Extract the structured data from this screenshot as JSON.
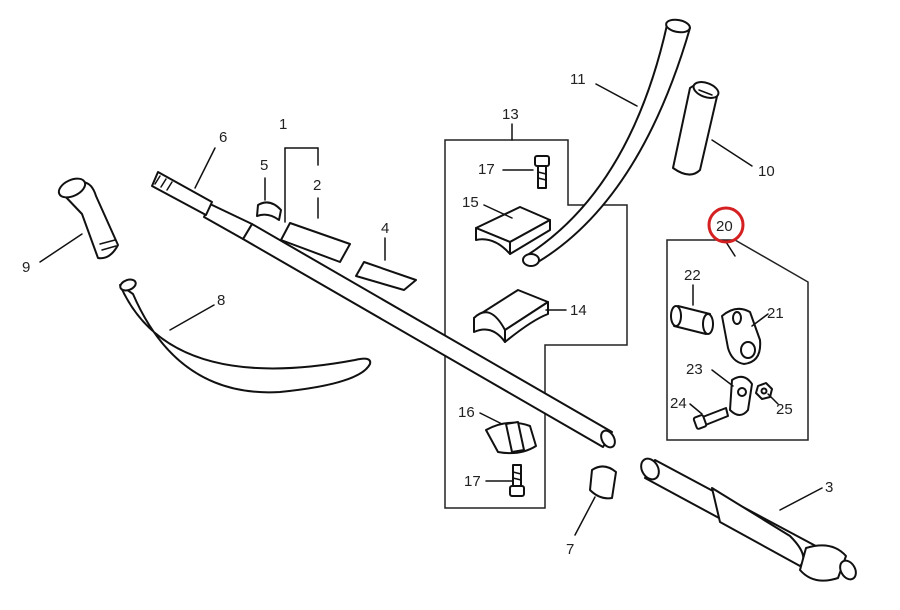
{
  "labels": {
    "p1": "1",
    "p2": "2",
    "p3": "3",
    "p4": "4",
    "p5": "5",
    "p6": "6",
    "p7": "7",
    "p8": "8",
    "p9": "9",
    "p10": "10",
    "p11": "11",
    "p13": "13",
    "p14": "14",
    "p15": "15",
    "p16": "16",
    "p17a": "17",
    "p17b": "17",
    "p20": "20",
    "p21": "21",
    "p22": "22",
    "p23": "23",
    "p24": "24",
    "p25": "25"
  },
  "highlight_color": "#d42020"
}
